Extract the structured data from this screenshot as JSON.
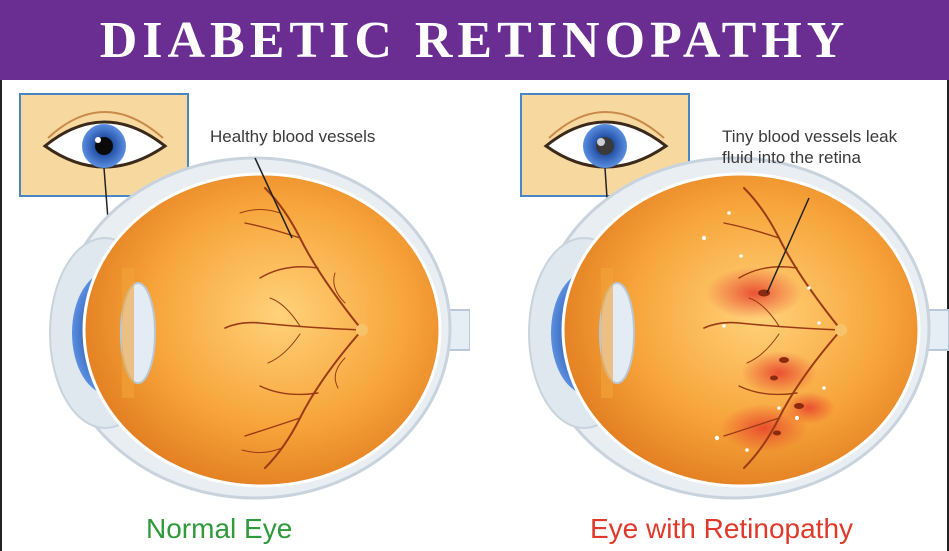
{
  "title": "DIABETIC RETINOPATHY",
  "panels": [
    {
      "id": "normal",
      "callout": "Healthy blood vessels",
      "caption": "Normal Eye"
    },
    {
      "id": "retinopathy",
      "callout_line1": "Tiny blood vessels leak",
      "callout_line2": "fluid into the retina",
      "caption": "Eye with Retinopathy"
    }
  ],
  "colors": {
    "banner": "#6a2d91",
    "normal_caption": "#2f9a3a",
    "retinopathy_caption": "#e0392b",
    "retina": "#f29a2e",
    "vessels": "#9a3b15",
    "hemorrhage": "#e8452f",
    "iris": "#2f63b8",
    "inset_bg": "#f7d9a0"
  }
}
